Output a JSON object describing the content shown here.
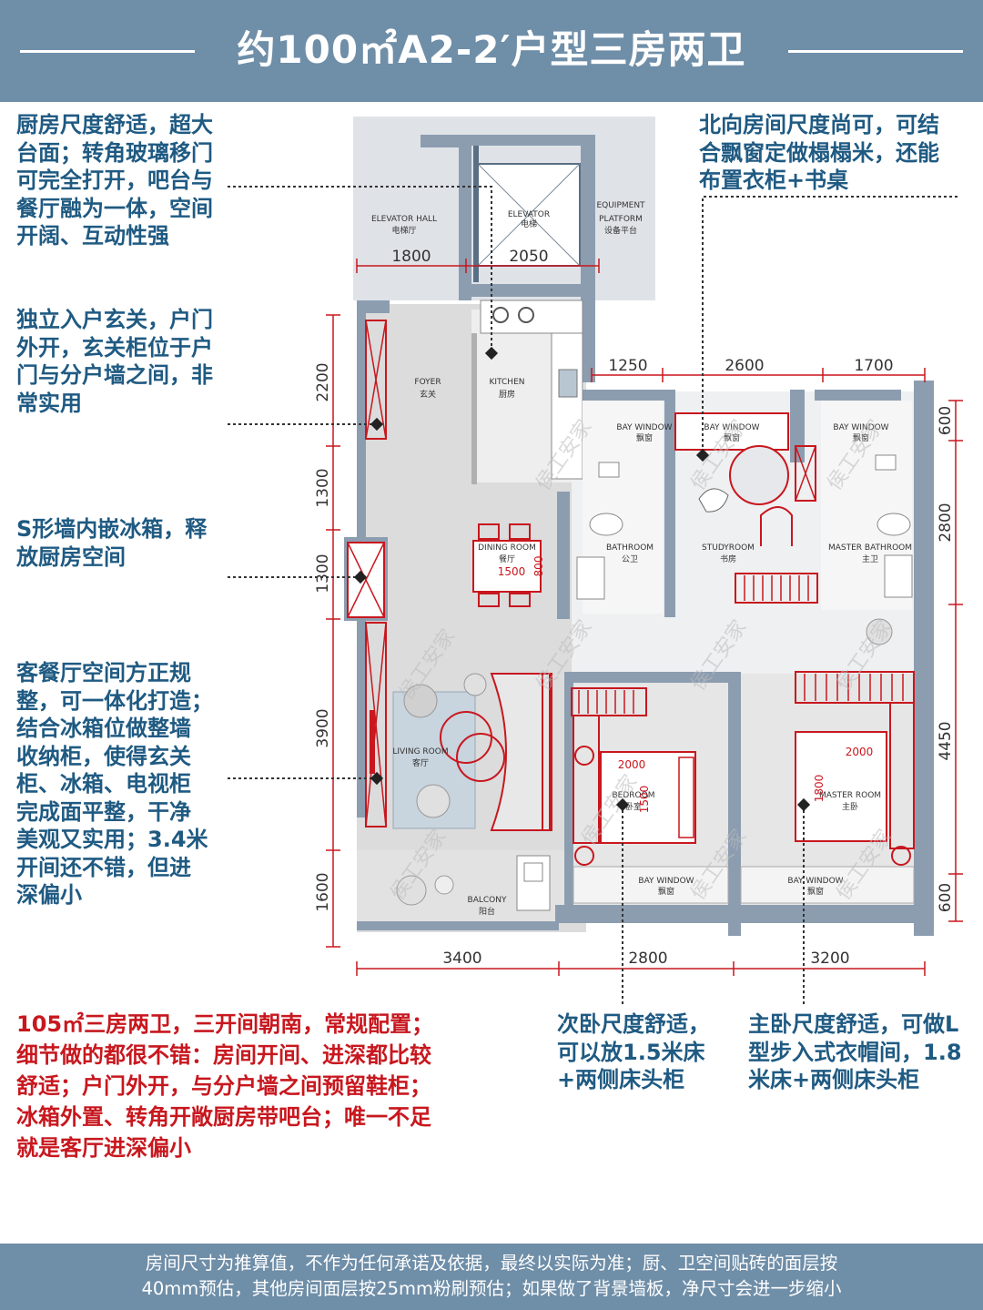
{
  "title": "约100㎡A2-2′户型三房两卫",
  "notes": {
    "kitchen": [
      "厨房尺度舒适，超大",
      "台面；转角玻璃移门",
      "可完全打开，吧台与",
      "餐厅融为一体，空间",
      "开阔、互动性强"
    ],
    "foyer": [
      "独立入户玄关，户门",
      "外开，玄关柜位于户",
      "门与分户墙之间，非",
      "常实用"
    ],
    "fridge": [
      "S形墙内嵌冰箱，释",
      "放厨房空间"
    ],
    "living": [
      "客餐厅空间方正规",
      "整，可一体化打造；",
      "结合冰箱位做整墙",
      "收纳柜，使得玄关",
      "柜、冰箱、电视柜",
      "完成面平整，干净",
      "美观又实用；3.4米",
      "开间还不错，但进",
      "深偏小"
    ],
    "study": [
      "北向房间尺度尚可，可结",
      "合飘窗定做榻榻米，还能",
      "布置衣柜+书桌"
    ],
    "bedroom2": [
      "次卧尺度舒适，",
      "可以放1.5米床",
      "+两侧床头柜"
    ],
    "master": [
      "主卧尺度舒适，可做L",
      "型步入式衣帽间，1.8",
      "米床+两侧床头柜"
    ],
    "summary": [
      "105㎡三房两卫，三开间朝南，常规配置；",
      "细节做的都很不错：房间开间、进深都比较",
      "舒适；户门外开，与分户墙之间预留鞋柜；",
      "冰箱外置、转角开敞厨房带吧台；唯一不足",
      "就是客厅进深偏小"
    ]
  },
  "plan": {
    "rooms": {
      "elevator_hall_en": "ELEVATOR HALL",
      "elevator_hall_cn": "电梯厅",
      "elevator_en": "ELEVATOR",
      "elevator_cn": "电梯",
      "equipment_en1": "EQUIPMENT",
      "equipment_en2": "PLATFORM",
      "equipment_cn": "设备平台",
      "foyer_en": "FOYER",
      "foyer_cn": "玄关",
      "kitchen_en": "KITCHEN",
      "kitchen_cn": "厨房",
      "dining_en": "DINING ROOM",
      "dining_cn": "餐厅",
      "bathroom_en": "BATHROOM",
      "bathroom_cn": "公卫",
      "study_en": "STUDYROOM",
      "study_cn": "书房",
      "master_bath_en": "MASTER BATHROOM",
      "master_bath_cn": "主卫",
      "living_en": "LIVING ROOM",
      "living_cn": "客厅",
      "bedroom_en": "BEDROOM",
      "bedroom_cn": "卧室",
      "master_room_en": "MASTER ROOM",
      "master_room_cn": "主卧",
      "balcony_en": "BALCONY",
      "balcony_cn": "阳台",
      "bay_window_en": "BAY WINDOW",
      "bay_window_cn": "飘窗"
    },
    "dims": {
      "d1800": "1800",
      "d2050": "2050",
      "d1250": "1250",
      "d2600": "2600",
      "d1700": "1700",
      "d2200": "2200",
      "d1300": "1300",
      "d1300b": "1300",
      "d3900": "3900",
      "d1600": "1600",
      "d600": "600",
      "d2800r": "2800",
      "d4450": "4450",
      "d600b": "600",
      "d3400": "3400",
      "d2800": "2800",
      "d3200": "3200",
      "dining_table": "1500",
      "dining_table_w": "800",
      "bed2_w": "2000",
      "bed2_l": "1500",
      "bed1_w": "2000",
      "bed1_l": "1800"
    },
    "watermark": "侯工安家"
  },
  "footer": [
    "房间尺寸为推算值，不作为任何承诺及依据，最终以实际为准；厨、卫空间贴砖的面层按",
    "40mm预估，其他房间面层按25mm粉刷预估；如果做了背景墙板，净尺寸会进一步缩小"
  ]
}
